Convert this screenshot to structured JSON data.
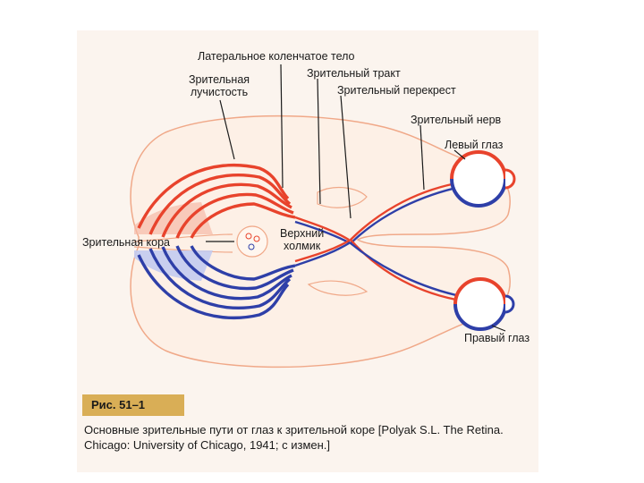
{
  "labels": {
    "lgn": "Латеральное коленчатое тело",
    "radiation": "Зрительная\nлучистость",
    "tract": "Зрительный тракт",
    "chiasm": "Зрительный перекрест",
    "nerve": "Зрительный нерв",
    "left_eye": "Левый глаз",
    "cortex": "Зрительная кора",
    "colliculus": "Верхний\nхолмик",
    "right_eye": "Правый глаз"
  },
  "figure": {
    "number": "Рис. 51–1",
    "caption": "Основные зрительные пути от глаз к зрительной коре [Polyak S.L. The Retina. Chicago: University of Chicago, 1941; с измен.]"
  },
  "colors": {
    "left_pathway": "#e8432c",
    "right_pathway": "#2e3fa8",
    "brain_outline": "#f0a888",
    "brain_fill": "#fdf0e6",
    "badge": "#d9ae56"
  }
}
